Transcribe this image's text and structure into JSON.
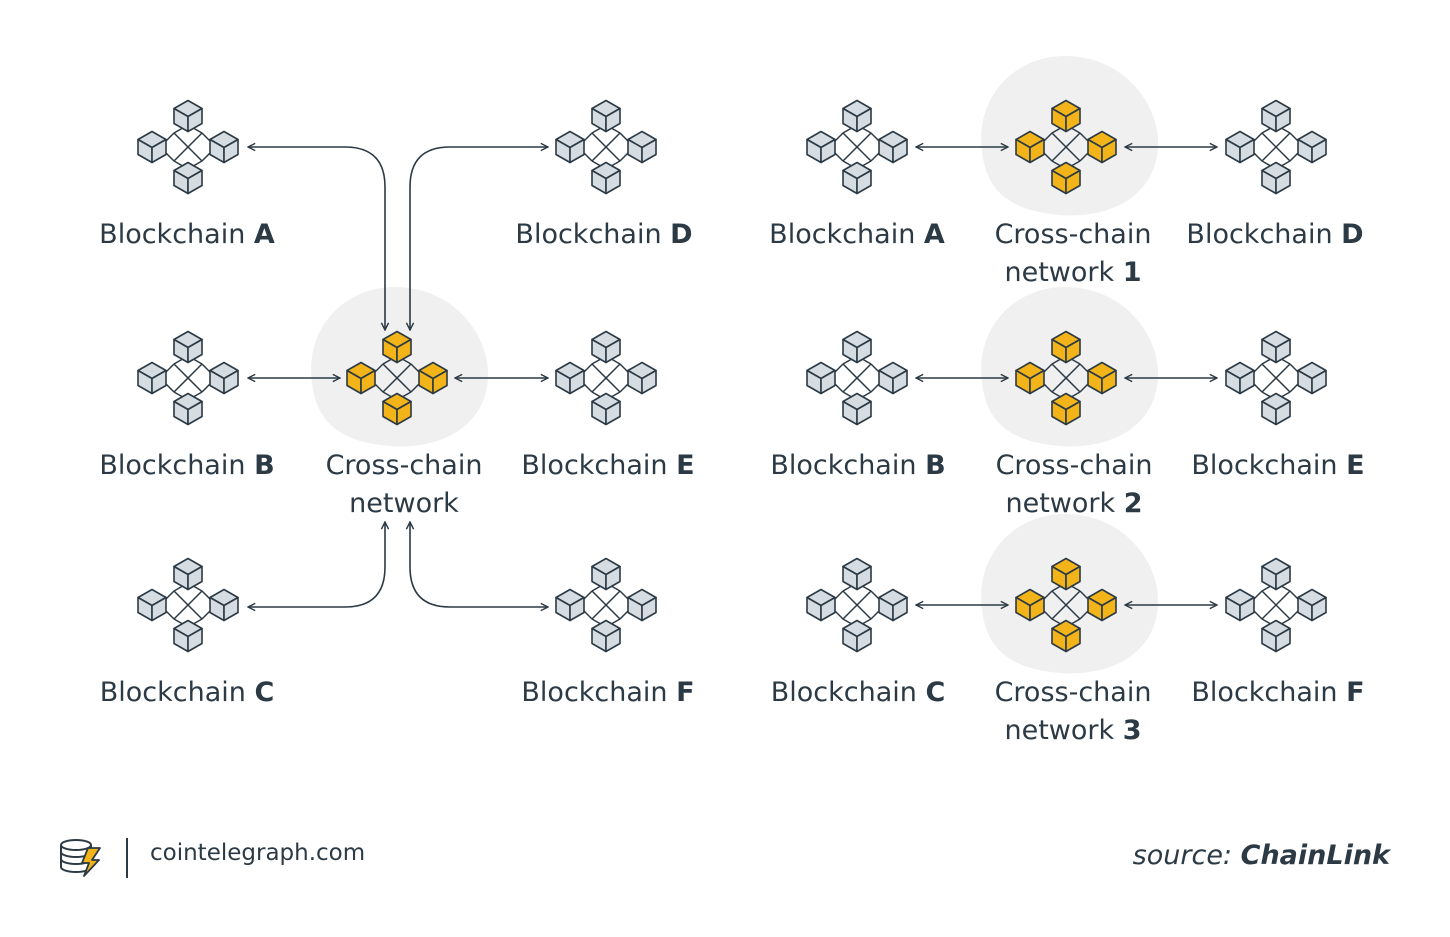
{
  "colors": {
    "gray_cube": "#d6dde2",
    "gold_cube": "#f2b418",
    "stroke": "#2b3a45",
    "halo": "#f0f0f0"
  },
  "left_diagram": {
    "hub_label_line1": "Cross-chain",
    "hub_label_line2": "network",
    "chains": [
      {
        "prefix": "Blockchain",
        "letter": "A"
      },
      {
        "prefix": "Blockchain",
        "letter": "B"
      },
      {
        "prefix": "Blockchain",
        "letter": "C"
      },
      {
        "prefix": "Blockchain",
        "letter": "D"
      },
      {
        "prefix": "Blockchain",
        "letter": "E"
      },
      {
        "prefix": "Blockchain",
        "letter": "F"
      }
    ]
  },
  "right_diagram": {
    "rows": [
      {
        "left_prefix": "Blockchain",
        "left_letter": "A",
        "net_line1": "Cross-chain",
        "net_line2_prefix": "network",
        "net_number": "1",
        "right_prefix": "Blockchain",
        "right_letter": "D"
      },
      {
        "left_prefix": "Blockchain",
        "left_letter": "B",
        "net_line1": "Cross-chain",
        "net_line2_prefix": "network",
        "net_number": "2",
        "right_prefix": "Blockchain",
        "right_letter": "E"
      },
      {
        "left_prefix": "Blockchain",
        "left_letter": "C",
        "net_line1": "Cross-chain",
        "net_line2_prefix": "network",
        "net_number": "3",
        "right_prefix": "Blockchain",
        "right_letter": "F"
      }
    ]
  },
  "footer": {
    "logo_icon": "cointelegraph-logo-icon",
    "site": "cointelegraph.com",
    "source_prefix": "source:",
    "source_name": "ChainLink"
  }
}
